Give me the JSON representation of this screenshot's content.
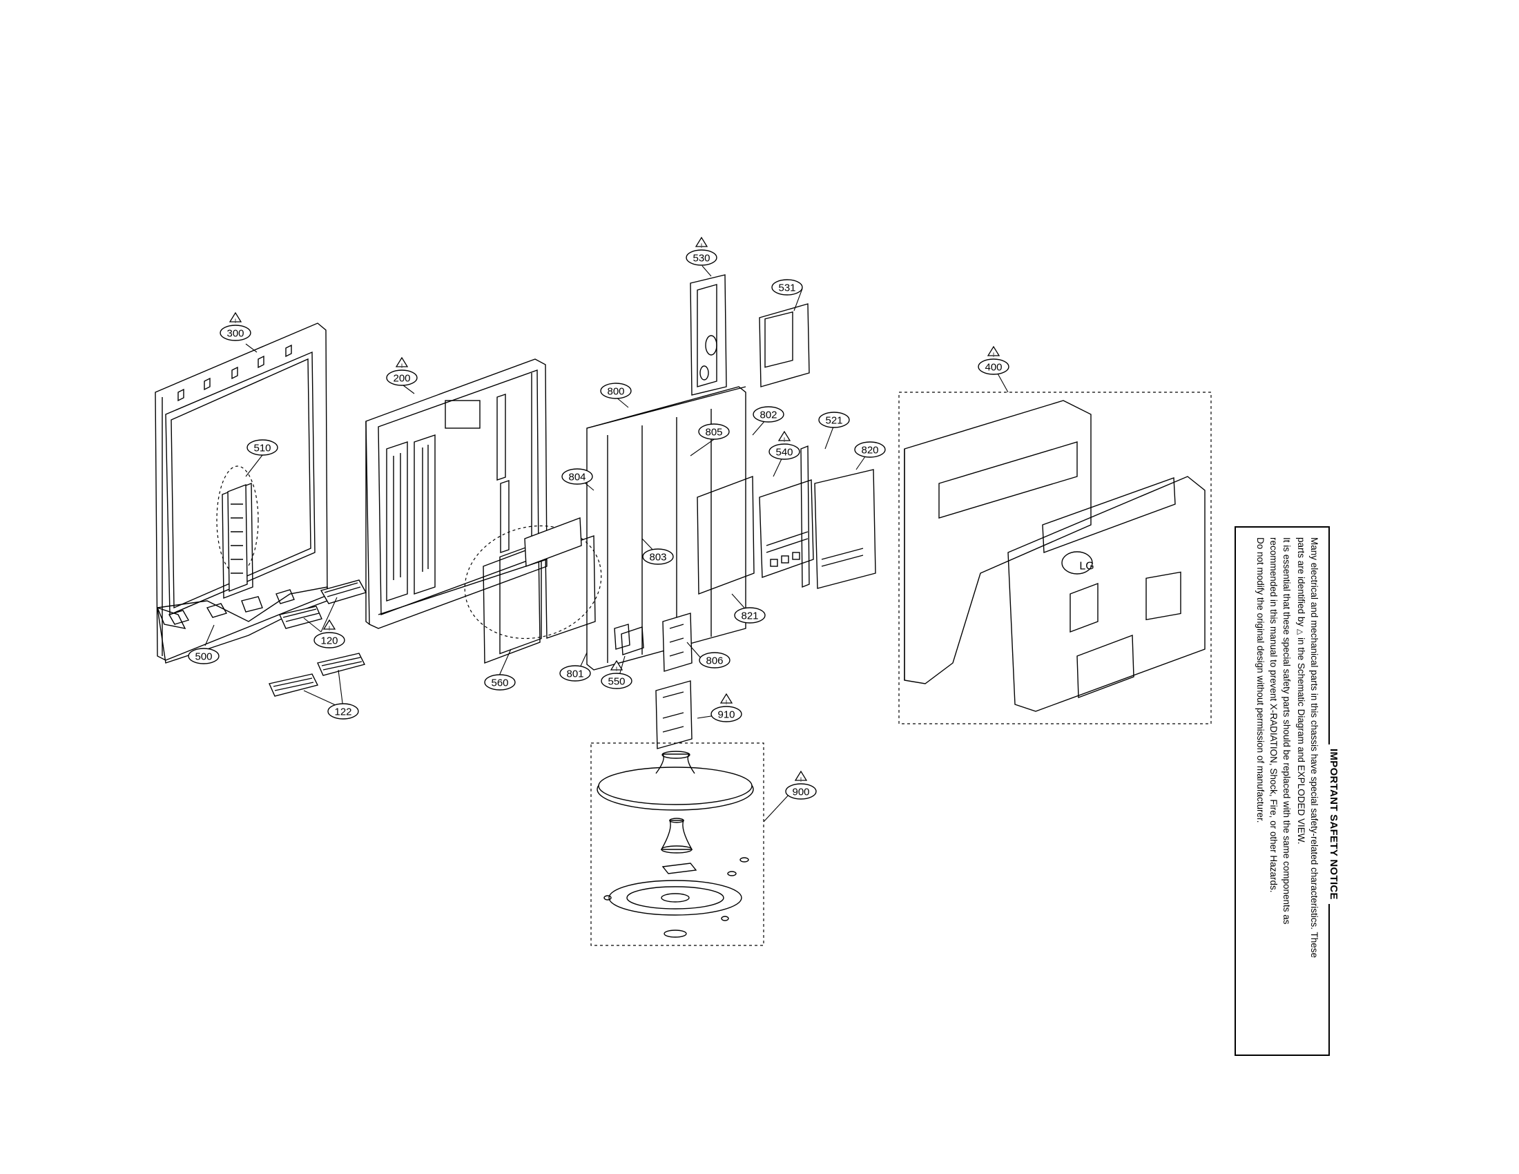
{
  "callouts": [
    {
      "id": "c300",
      "label": "300",
      "warn": true
    },
    {
      "id": "c200",
      "label": "200",
      "warn": true
    },
    {
      "id": "c510",
      "label": "510",
      "warn": false
    },
    {
      "id": "c500",
      "label": "500",
      "warn": false
    },
    {
      "id": "c120",
      "label": "120",
      "warn": true
    },
    {
      "id": "c122",
      "label": "122",
      "warn": false
    },
    {
      "id": "c560",
      "label": "560",
      "warn": false
    },
    {
      "id": "c530",
      "label": "530",
      "warn": true
    },
    {
      "id": "c531",
      "label": "531",
      "warn": false
    },
    {
      "id": "c800",
      "label": "800",
      "warn": false
    },
    {
      "id": "c804",
      "label": "804",
      "warn": false
    },
    {
      "id": "c805",
      "label": "805",
      "warn": false
    },
    {
      "id": "c802",
      "label": "802",
      "warn": false
    },
    {
      "id": "c803",
      "label": "803",
      "warn": false
    },
    {
      "id": "c540",
      "label": "540",
      "warn": true
    },
    {
      "id": "c521",
      "label": "521",
      "warn": false
    },
    {
      "id": "c820",
      "label": "820",
      "warn": false
    },
    {
      "id": "c821",
      "label": "821",
      "warn": false
    },
    {
      "id": "c801",
      "label": "801",
      "warn": false
    },
    {
      "id": "c550",
      "label": "550",
      "warn": true
    },
    {
      "id": "c806",
      "label": "806",
      "warn": false
    },
    {
      "id": "c910",
      "label": "910",
      "warn": true
    },
    {
      "id": "c900",
      "label": "900",
      "warn": true
    },
    {
      "id": "c400",
      "label": "400",
      "warn": true
    }
  ],
  "warning_symbol": "!",
  "brand_logo_text": "LG",
  "notice": {
    "title": "IMPORTANT SAFETY NOTICE",
    "lines": [
      "Many electrical and mechanical parts in this chassis have special safety-related characteristics. These",
      "parts are identified by",
      "in the Schematic Diagram and EXPLODED VIEW.",
      "It is essential that these special safety parts should be replaced with the same components as",
      "recommended in this manual to prevent X-RADIATION, Shock, Fire, or other Hazards.",
      "Do not modify the original design without permission of manufacturer."
    ]
  }
}
